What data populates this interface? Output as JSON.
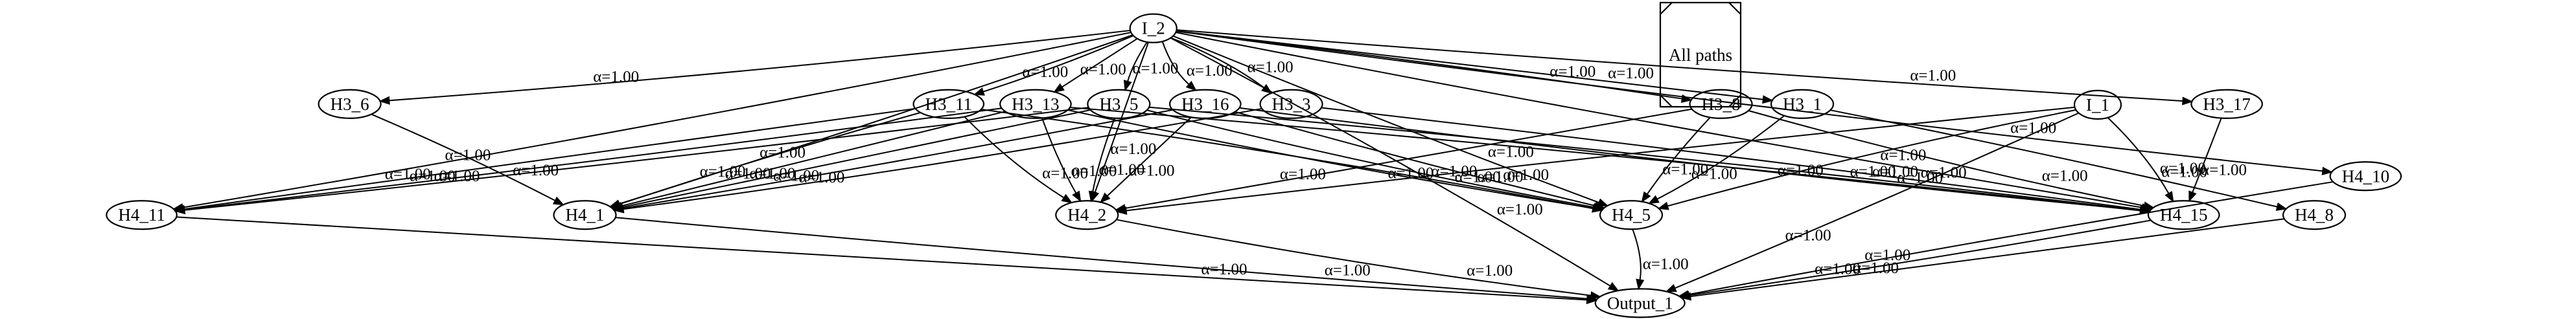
{
  "graph": {
    "legend_label": "All paths",
    "weight_label": "α=1.00",
    "nodes": [
      {
        "id": "I_2",
        "label": "I_2"
      },
      {
        "id": "I_1",
        "label": "I_1"
      },
      {
        "id": "H3_6",
        "label": "H3_6"
      },
      {
        "id": "H3_11",
        "label": "H3_11"
      },
      {
        "id": "H3_13",
        "label": "H3_13"
      },
      {
        "id": "H3_5",
        "label": "H3_5"
      },
      {
        "id": "H3_16",
        "label": "H3_16"
      },
      {
        "id": "H3_3",
        "label": "H3_3"
      },
      {
        "id": "H3_8",
        "label": "H3_8"
      },
      {
        "id": "H3_1",
        "label": "H3_1"
      },
      {
        "id": "H3_17",
        "label": "H3_17"
      },
      {
        "id": "H4_10",
        "label": "H4_10"
      },
      {
        "id": "H4_11",
        "label": "H4_11"
      },
      {
        "id": "H4_1",
        "label": "H4_1"
      },
      {
        "id": "H4_2",
        "label": "H4_2"
      },
      {
        "id": "H4_5",
        "label": "H4_5"
      },
      {
        "id": "H4_15",
        "label": "H4_15"
      },
      {
        "id": "H4_8",
        "label": "H4_8"
      },
      {
        "id": "Output_1",
        "label": "Output_1"
      }
    ],
    "edges": [
      {
        "from": "I_2",
        "to": "H3_6",
        "label": "α=1.00"
      },
      {
        "from": "I_2",
        "to": "H3_11",
        "label": "α=1.00"
      },
      {
        "from": "I_2",
        "to": "H3_13",
        "label": "α=1.00"
      },
      {
        "from": "I_2",
        "to": "H3_5",
        "label": "α=1.00"
      },
      {
        "from": "I_2",
        "to": "H3_16",
        "label": "α=1.00"
      },
      {
        "from": "I_2",
        "to": "H3_3",
        "label": "α=1.00"
      },
      {
        "from": "I_2",
        "to": "H3_8",
        "label": "α=1.00"
      },
      {
        "from": "I_2",
        "to": "H3_1",
        "label": "α=1.00"
      },
      {
        "from": "I_2",
        "to": "H3_17",
        "label": "α=1.00"
      },
      {
        "from": "I_2",
        "to": "H4_10",
        "label": "α=1.00"
      },
      {
        "from": "I_2",
        "to": "H4_11",
        "label": "α=1.00"
      },
      {
        "from": "I_2",
        "to": "H4_1",
        "label": "α=1.00"
      },
      {
        "from": "I_2",
        "to": "H4_2",
        "label": "α=1.00"
      },
      {
        "from": "I_2",
        "to": "H4_5",
        "label": "α=1.00"
      },
      {
        "from": "I_2",
        "to": "H4_15",
        "label": "α=1.00"
      },
      {
        "from": "I_2",
        "to": "Output_1",
        "label": "α=1.00"
      },
      {
        "from": "H3_6",
        "to": "H4_1",
        "label": "α=1.00"
      },
      {
        "from": "H3_11",
        "to": "H4_11",
        "label": "α=1.00"
      },
      {
        "from": "H3_11",
        "to": "H4_1",
        "label": "α=1.00"
      },
      {
        "from": "H3_11",
        "to": "H4_2",
        "label": "α=1.00"
      },
      {
        "from": "H3_11",
        "to": "H4_5",
        "label": "α=1.00"
      },
      {
        "from": "H3_13",
        "to": "H4_11",
        "label": "α=1.00"
      },
      {
        "from": "H3_13",
        "to": "H4_1",
        "label": "α=1.00"
      },
      {
        "from": "H3_13",
        "to": "H4_2",
        "label": "α=1.00"
      },
      {
        "from": "H3_13",
        "to": "H4_5",
        "label": "α=1.00"
      },
      {
        "from": "H3_13",
        "to": "H4_15",
        "label": "α=1.00"
      },
      {
        "from": "H3_5",
        "to": "H4_11",
        "label": "α=1.00"
      },
      {
        "from": "H3_5",
        "to": "H4_1",
        "label": "α=1.00"
      },
      {
        "from": "H3_5",
        "to": "H4_2",
        "label": "α=1.00"
      },
      {
        "from": "H3_5",
        "to": "H4_5",
        "label": "α=1.00"
      },
      {
        "from": "H3_5",
        "to": "H4_15",
        "label": "α=1.00"
      },
      {
        "from": "H3_16",
        "to": "H4_1",
        "label": "α=1.00"
      },
      {
        "from": "H3_16",
        "to": "H4_2",
        "label": "α=1.00"
      },
      {
        "from": "H3_16",
        "to": "H4_5",
        "label": "α=1.00"
      },
      {
        "from": "H3_16",
        "to": "H4_15",
        "label": "α=1.00"
      },
      {
        "from": "H3_3",
        "to": "H4_1",
        "label": "α=1.00"
      },
      {
        "from": "H3_3",
        "to": "H4_15",
        "label": "α=1.00"
      },
      {
        "from": "H3_8",
        "to": "H4_2",
        "label": "α=1.00"
      },
      {
        "from": "H3_8",
        "to": "H4_5",
        "label": "α=1.00"
      },
      {
        "from": "H3_8",
        "to": "H4_15",
        "label": "α=1.00"
      },
      {
        "from": "H3_1",
        "to": "H4_5",
        "label": "α=1.00"
      },
      {
        "from": "H3_1",
        "to": "H4_8",
        "label": "α=1.00"
      },
      {
        "from": "H3_17",
        "to": "H4_15",
        "label": "α=1.00"
      },
      {
        "from": "I_1",
        "to": "H4_2",
        "label": "α=1.00"
      },
      {
        "from": "I_1",
        "to": "H4_5",
        "label": "α=1.00"
      },
      {
        "from": "I_1",
        "to": "H4_15",
        "label": "α=1.00"
      },
      {
        "from": "I_1",
        "to": "Output_1",
        "label": "α=1.00"
      },
      {
        "from": "H4_11",
        "to": "Output_1",
        "label": "α=1.00"
      },
      {
        "from": "H4_1",
        "to": "Output_1",
        "label": "α=1.00"
      },
      {
        "from": "H4_2",
        "to": "Output_1",
        "label": "α=1.00"
      },
      {
        "from": "H4_5",
        "to": "Output_1",
        "label": "α=1.00"
      },
      {
        "from": "H4_15",
        "to": "Output_1",
        "label": "α=1.00"
      },
      {
        "from": "H4_8",
        "to": "Output_1",
        "label": "α=1.00"
      },
      {
        "from": "H4_10",
        "to": "Output_1",
        "label": "α=1.00"
      }
    ]
  }
}
